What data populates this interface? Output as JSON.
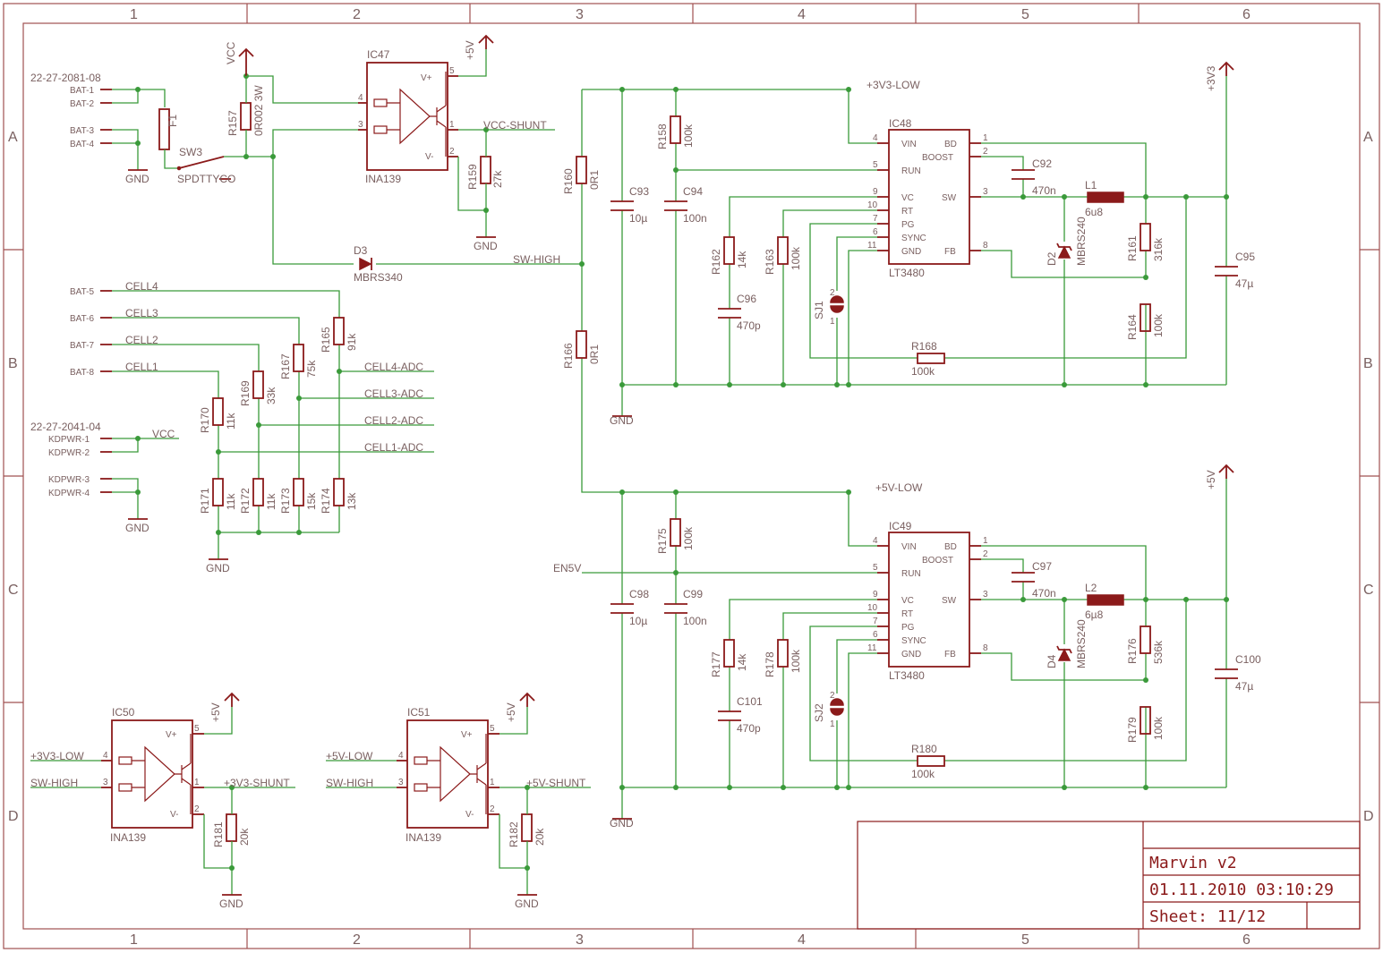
{
  "grid": {
    "columns": [
      "1",
      "2",
      "3",
      "4",
      "5",
      "6"
    ],
    "rows": [
      "A",
      "B",
      "C",
      "D"
    ]
  },
  "title_block": {
    "project": "Marvin v2",
    "date": "01.11.2010 03:10:29",
    "sheet": "Sheet: 11/12"
  },
  "nets": {
    "vcc": "VCC",
    "p5v": "+5V",
    "p3v3": "+3V3",
    "vcc_shunt": "VCC-SHUNT",
    "sw_high": "SW-HIGH",
    "p3v3_low": "+3V3-LOW",
    "p5v_low": "+5V-LOW",
    "en5v": "EN5V",
    "gnd": "GND",
    "cell4": "CELL4",
    "cell3": "CELL3",
    "cell2": "CELL2",
    "cell1": "CELL1",
    "cell4_adc": "CELL4-ADC",
    "cell3_adc": "CELL3-ADC",
    "cell2_adc": "CELL2-ADC",
    "cell1_adc": "CELL1-ADC",
    "p3v3_shunt": "+3V3-SHUNT",
    "p5v_shunt": "+5V-SHUNT"
  },
  "connectors": {
    "bat_part": "22-27-2081-08",
    "bat_pins": [
      "BAT-1",
      "BAT-2",
      "BAT-3",
      "BAT-4"
    ],
    "bat_cell_pins": [
      "BAT-5",
      "BAT-6",
      "BAT-7",
      "BAT-8"
    ],
    "kdp_part": "22-27-2041-04",
    "kdp_pins": [
      "KDPWR-1",
      "KDPWR-2",
      "KDPWR-3",
      "KDPWR-4"
    ]
  },
  "parts": {
    "f1": "F1",
    "sw3": "SW3",
    "sw3_val": "SPDTTYCO",
    "r157": "R157",
    "r157_val": "0R002 3W",
    "ic47": "IC47",
    "ina": "INA139",
    "r159": "R159",
    "r159_val": "27k",
    "d3": "D3",
    "d3_val": "MBRS340",
    "r160": "R160",
    "r160_val": "0R1",
    "r166": "R166",
    "r166_val": "0R1",
    "c93": "C93",
    "c93_val": "10µ",
    "c94": "C94",
    "c94_val": "100n",
    "r158": "R158",
    "r158_val": "100k",
    "ic48": "IC48",
    "lt3480": "LT3480",
    "c92": "C92",
    "c92_val": "470n",
    "l1": "L1",
    "l1_val": "6u8",
    "d2": "D2",
    "d2_val": "MBRS240",
    "r161": "R161",
    "r161_val": "316k",
    "r164": "R164",
    "r164_val": "100k",
    "c95": "C95",
    "c95_val": "47µ",
    "r162": "R162",
    "r162_val": "14k",
    "r163": "R163",
    "r163_val": "100k",
    "c96": "C96",
    "c96_val": "470p",
    "sj1": "SJ1",
    "r168": "R168",
    "r168_val": "100k",
    "r165": "R165",
    "r165_val": "91k",
    "r167": "R167",
    "r167_val": "75k",
    "r169": "R169",
    "r169_val": "33k",
    "r170": "R170",
    "r170_val": "11k",
    "r171": "R171",
    "r171_val": "11k",
    "r172": "R172",
    "r172_val": "11k",
    "r173": "R173",
    "r173_val": "15k",
    "r174": "R174",
    "r174_val": "13k",
    "c98": "C98",
    "c98_val": "10µ",
    "c99": "C99",
    "c99_val": "100n",
    "r175": "R175",
    "r175_val": "100k",
    "ic49": "IC49",
    "c97": "C97",
    "c97_val": "470n",
    "l2": "L2",
    "l2_val": "6µ8",
    "d4": "D4",
    "d4_val": "MBRS240",
    "r176": "R176",
    "r176_val": "536k",
    "r179": "R179",
    "r179_val": "100k",
    "c100": "C100",
    "c100_val": "47µ",
    "r177": "R177",
    "r177_val": "14k",
    "r178": "R178",
    "r178_val": "100k",
    "c101": "C101",
    "c101_val": "470p",
    "sj2": "SJ2",
    "r180": "R180",
    "r180_val": "100k",
    "ic50": "IC50",
    "ic51": "IC51",
    "r181": "R181",
    "r181_val": "20k",
    "r182": "R182",
    "r182_val": "20k"
  },
  "ic_pins": {
    "vin": "VIN",
    "run": "RUN",
    "vc": "VC",
    "rt": "RT",
    "pg": "PG",
    "sync": "SYNC",
    "gnd": "GND",
    "bd": "BD",
    "boost": "BOOST",
    "sw": "SW",
    "fb": "FB",
    "vplus": "V+",
    "vminus": "V-",
    "n1": "1",
    "n2": "2",
    "n3": "3",
    "n4": "4",
    "n5": "5",
    "n6": "6",
    "n7": "7",
    "n8": "8",
    "n9": "9",
    "n10": "10",
    "n11": "11"
  }
}
